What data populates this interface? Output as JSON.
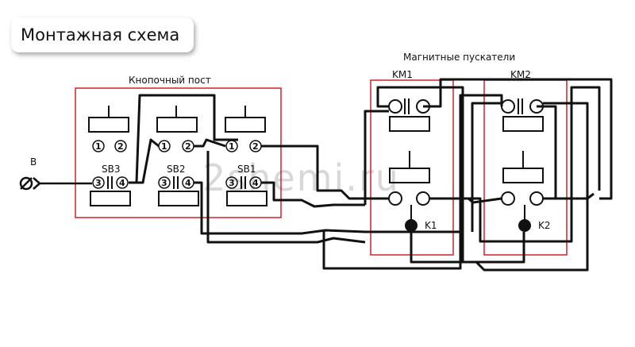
{
  "title": "Монтажная схема",
  "watermark": "2shemi.ru",
  "button_post": {
    "label": "Кнопочный пост",
    "buttons": [
      {
        "id": "SB3",
        "top_terminals": [
          "1",
          "2"
        ],
        "bottom_terminals": [
          "3",
          "4"
        ]
      },
      {
        "id": "SB2",
        "top_terminals": [
          "1",
          "2"
        ],
        "bottom_terminals": [
          "3",
          "4"
        ]
      },
      {
        "id": "SB1",
        "top_terminals": [
          "1",
          "2"
        ],
        "bottom_terminals": [
          "3",
          "4"
        ]
      }
    ]
  },
  "starters": {
    "label": "Магнитные пускатели",
    "units": [
      {
        "id": "KM1",
        "coil": "K1"
      },
      {
        "id": "KM2",
        "coil": "K2"
      }
    ]
  },
  "input_label": "В",
  "colors": {
    "frame": "#d0212a",
    "wire": "#111111"
  }
}
